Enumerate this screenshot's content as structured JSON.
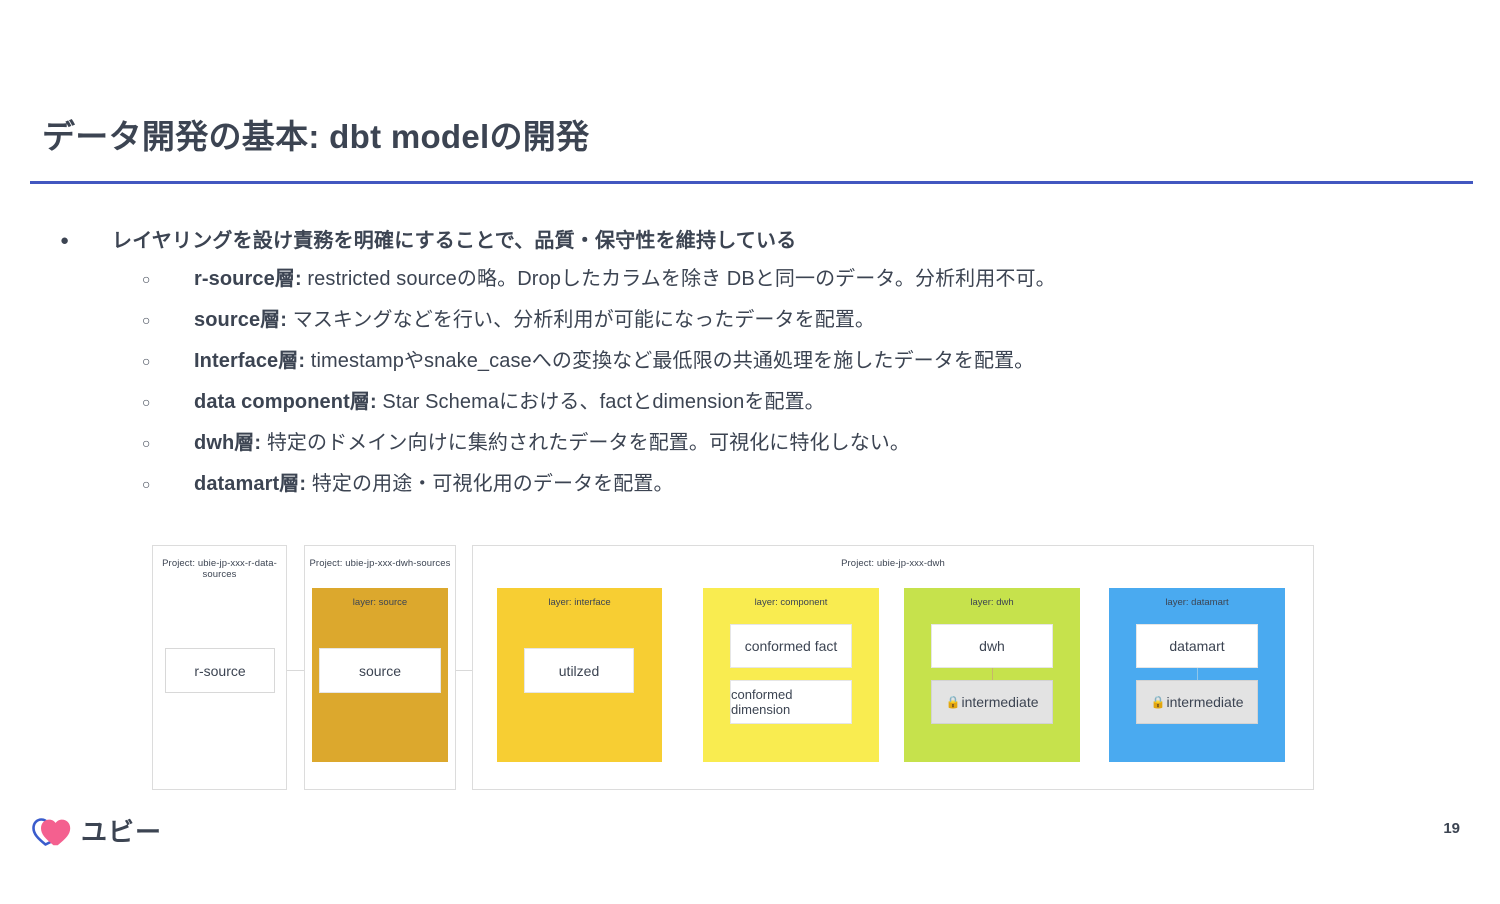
{
  "slide": {
    "title": "データ開発の基本: dbt modelの開発",
    "page_number": "19",
    "accent_rule_color": "#4257c0",
    "text_color": "#3c4452"
  },
  "logo": {
    "text": "ユビー",
    "heart_pink": "#f4608f",
    "heart_blue": "#3a5ccc"
  },
  "bullets": {
    "level1_marker": "●",
    "level2_marker": "○",
    "main": "レイヤリングを設け責務を明確にすることで、品質・保守性を維持している",
    "items": [
      {
        "term": "r-source層",
        "sep": ":",
        "desc": " restricted sourceの略。Dropしたカラムを除き DBと同一のデータ。分析利用不可。"
      },
      {
        "term": "source層",
        "sep": ":",
        "desc": " マスキングなどを行い、分析利用が可能になったデータを配置。"
      },
      {
        "term": "Interface層",
        "sep": ":",
        "desc": " timestampやsnake_caseへの変換など最低限の共通処理を施したデータを配置。"
      },
      {
        "term": "data component層",
        "sep": ":",
        "desc": " Star Schemaにおける、factとdimensionを配置。"
      },
      {
        "term": "dwh層",
        "sep": ":",
        "desc": " 特定のドメイン向けに集約されたデータを配置。可視化に特化しない。"
      },
      {
        "term": "datamart層",
        "sep": ":",
        "desc": " 特定の用途・可視化用のデータを配置。"
      }
    ]
  },
  "diagram": {
    "projects": [
      {
        "label": "Project: ubie-jp-xxx-r-data-sources"
      },
      {
        "label": "Project: ubie-jp-xxx-dwh-sources"
      },
      {
        "label": "Project: ubie-jp-xxx-dwh"
      }
    ],
    "layers": [
      {
        "label": "layer: source",
        "color": "#dca82d"
      },
      {
        "label": "layer: interface",
        "color": "#f7ce33"
      },
      {
        "label": "layer: component",
        "color": "#f9ec50"
      },
      {
        "label": "layer: dwh",
        "color": "#c6e24c"
      },
      {
        "label": "layer: datamart",
        "color": "#4aaaf0"
      }
    ],
    "nodes": {
      "r_source": "r-source",
      "source": "source",
      "utilzed": "utilzed",
      "conformed_fact": "conformed fact",
      "conformed_dimension": "conformed dimension",
      "dwh": "dwh",
      "datamart": "datamart",
      "intermediate": "intermediate",
      "lock_icon": "🔒"
    }
  }
}
